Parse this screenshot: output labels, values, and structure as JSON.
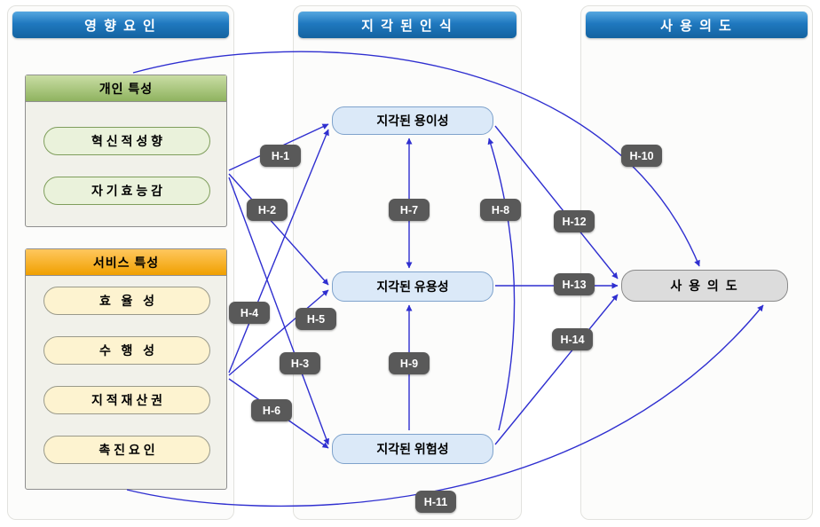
{
  "columns": [
    {
      "title": "영 향 요 인"
    },
    {
      "title": "지 각 된 인 식"
    },
    {
      "title": "사 용 의 도"
    }
  ],
  "factor_groups": [
    {
      "title": "개인 특성",
      "items": [
        "혁 신 적 성 향",
        "자 기 효 능 감"
      ]
    },
    {
      "title": "서비스 특성",
      "items": [
        "효   율   성",
        "수   행   성",
        "지 적 재 산 권",
        "촉 진 요 인"
      ]
    }
  ],
  "perception_nodes": [
    "지각된 용이성",
    "지각된 유용성",
    "지각된 위험성"
  ],
  "intention_node": "사 용 의 도",
  "hypotheses": [
    "H-1",
    "H-2",
    "H-3",
    "H-4",
    "H-5",
    "H-6",
    "H-7",
    "H-8",
    "H-9",
    "H-10",
    "H-11",
    "H-12",
    "H-13",
    "H-14"
  ],
  "colors": {
    "header_blue": "#1f78bf",
    "group_green": "#8fb35f",
    "group_orange": "#f0a000",
    "node_blue_fill": "#dbe9f8",
    "intention_fill": "#dcdcdc",
    "badge_fill": "#595959",
    "arrow_color": "#2f2fd0"
  }
}
